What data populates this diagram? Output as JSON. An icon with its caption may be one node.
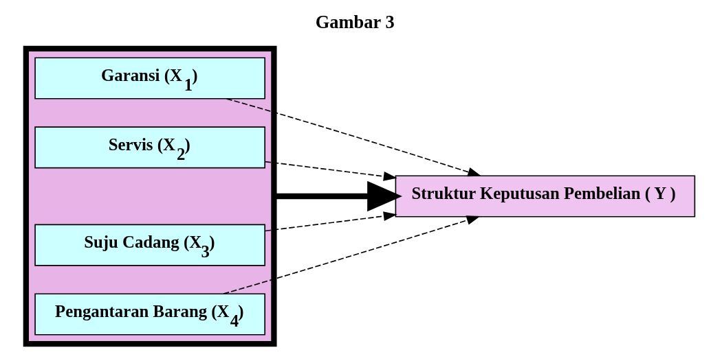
{
  "diagram": {
    "title": "Gambar 3",
    "nodes": [
      {
        "text": [],
        "shape": "box"
      },
      {
        "text": [
          "Garansi (X$_{1}$)"
        ],
        "in": 0
      },
      {
        "text": [
          "Servis (X$_{2}$)"
        ],
        "in": 0
      },
      {
        "text": [
          "Suju Cadang (X$_{3}$)"
        ],
        "in": 0
      },
      {
        "text": [
          "Pengantaran Barang (X$_{4}$)"
        ],
        "in": 0
      },
      {
        "text": [
          "Struktur Keputusan Pembelian ( Y )"
        ]
      }
    ],
    "edges": [
      {
        "from": 0,
        "to": 5,
        "arrow": "to",
        "style": "thick"
      },
      {
        "from": 1,
        "to": 5,
        "arrow": "to",
        "style": "dashed"
      },
      {
        "from": 2,
        "to": 5,
        "arrow": "to",
        "style": "dashed"
      },
      {
        "from": 3,
        "to": 5,
        "arrow": "to",
        "style": "dashed"
      },
      {
        "from": 4,
        "to": 5,
        "arrow": "to",
        "style": "dashed"
      }
    ]
  }
}
